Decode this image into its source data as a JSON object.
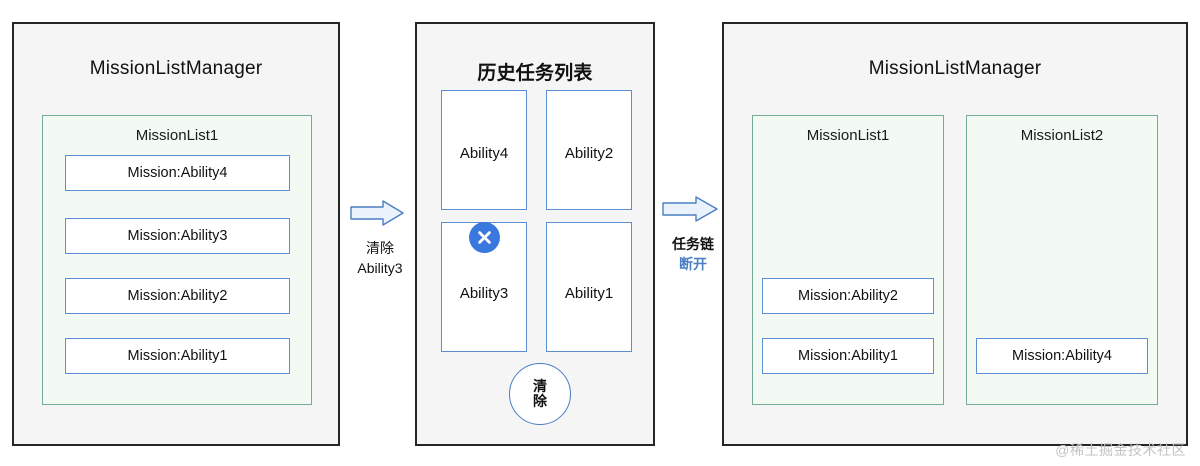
{
  "diagram": {
    "title": "MissionListManager task chain clearing flow",
    "colors": {
      "panel_background": "#f5f5f5",
      "panel_border": "#262626",
      "mission_list_background": "#f2faf3",
      "mission_list_border": "#73ad98",
      "mission_box_border": "#5b8fd1",
      "accent_blue": "#3a78e0",
      "arrow_blue": "#4a7fc1",
      "watermark": "#c3c3c3"
    }
  },
  "panels": {
    "left": {
      "title": "MissionListManager",
      "mission_list": {
        "label": "MissionList1",
        "missions": [
          {
            "label": "Mission:Ability4"
          },
          {
            "label": "Mission:Ability3"
          },
          {
            "label": "Mission:Ability2"
          },
          {
            "label": "Mission:Ability1"
          }
        ]
      }
    },
    "middle": {
      "title": "历史任务列表",
      "cards": [
        {
          "label": "Ability4",
          "has_close": false
        },
        {
          "label": "Ability2",
          "has_close": false
        },
        {
          "label": "Ability3",
          "has_close": true
        },
        {
          "label": "Ability1",
          "has_close": false
        }
      ],
      "close_icon_name": "close-icon",
      "clear_button": {
        "line1": "清",
        "line2": "除"
      }
    },
    "right": {
      "title": "MissionListManager",
      "mission_lists": [
        {
          "label": "MissionList1",
          "missions": [
            {
              "label": "Mission:Ability2"
            },
            {
              "label": "Mission:Ability1"
            }
          ]
        },
        {
          "label": "MissionList2",
          "missions": [
            {
              "label": "Mission:Ability4"
            }
          ]
        }
      ]
    }
  },
  "arrows": [
    {
      "name": "arrow-clear-ability3",
      "line1": "清除",
      "line2": "Ability3",
      "line1_color": "#111111",
      "line2_color": "#111111"
    },
    {
      "name": "arrow-task-chain-break",
      "line1": "任务链",
      "line2": "断开",
      "line1_color": "#111111",
      "line2_color": "#4a7fc1"
    }
  ],
  "watermark": {
    "text": "@稀土掘金技术社区"
  }
}
